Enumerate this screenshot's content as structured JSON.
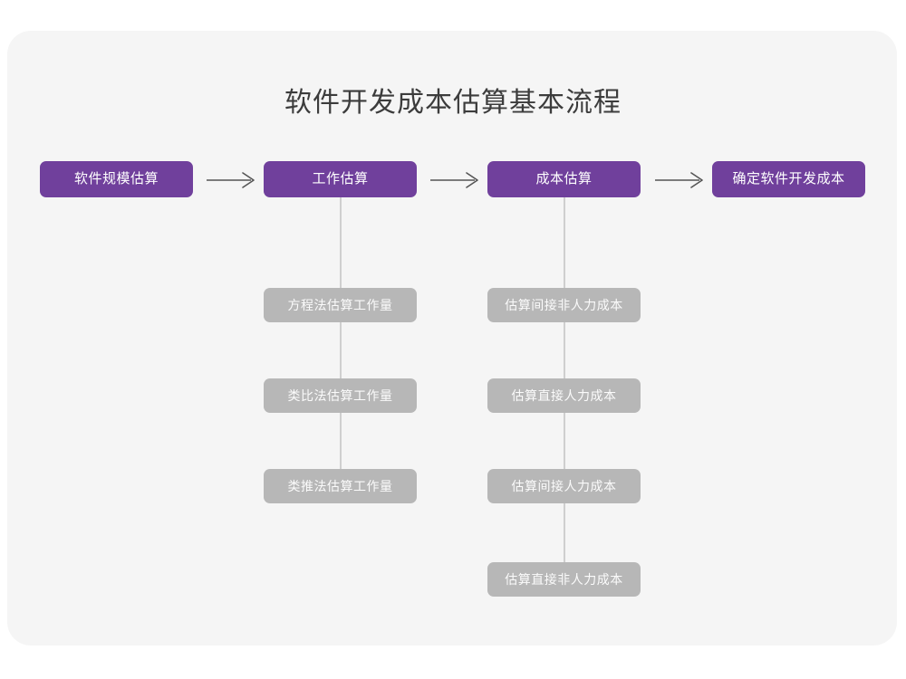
{
  "title": "软件开发成本估算基本流程",
  "theme": {
    "page_background": "#ffffff",
    "card_background": "#f5f5f5",
    "primary_node_color": "#70409c",
    "primary_node_text": "#ffffff",
    "sub_node_color": "#b7b7b7",
    "sub_node_text": "#fbfbfb",
    "connector_color": "#cfcfcf",
    "arrow_color": "#555555",
    "title_color": "#3c3c3c"
  },
  "chart_data": {
    "type": "diagram",
    "diagram_kind": "horizontal-flowchart-with-vertical-substeps",
    "title": "软件开发成本估算基本流程",
    "stages": [
      {
        "label": "软件规模估算",
        "substeps": []
      },
      {
        "label": "工作估算",
        "substeps": [
          "方程法估算工作量",
          "类比法估算工作量",
          "类推法估算工作量"
        ]
      },
      {
        "label": "成本估算",
        "substeps": [
          "估算间接非人力成本",
          "估算直接人力成本",
          "估算间接人力成本",
          "估算直接非人力成本"
        ]
      },
      {
        "label": "确定软件开发成本",
        "substeps": []
      }
    ],
    "connectors": [
      {
        "from": "软件规模估算",
        "to": "工作估算",
        "kind": "arrow-right"
      },
      {
        "from": "工作估算",
        "to": "成本估算",
        "kind": "arrow-right"
      },
      {
        "from": "成本估算",
        "to": "确定软件开发成本",
        "kind": "arrow-right"
      }
    ],
    "arrow_glyph": "→"
  }
}
